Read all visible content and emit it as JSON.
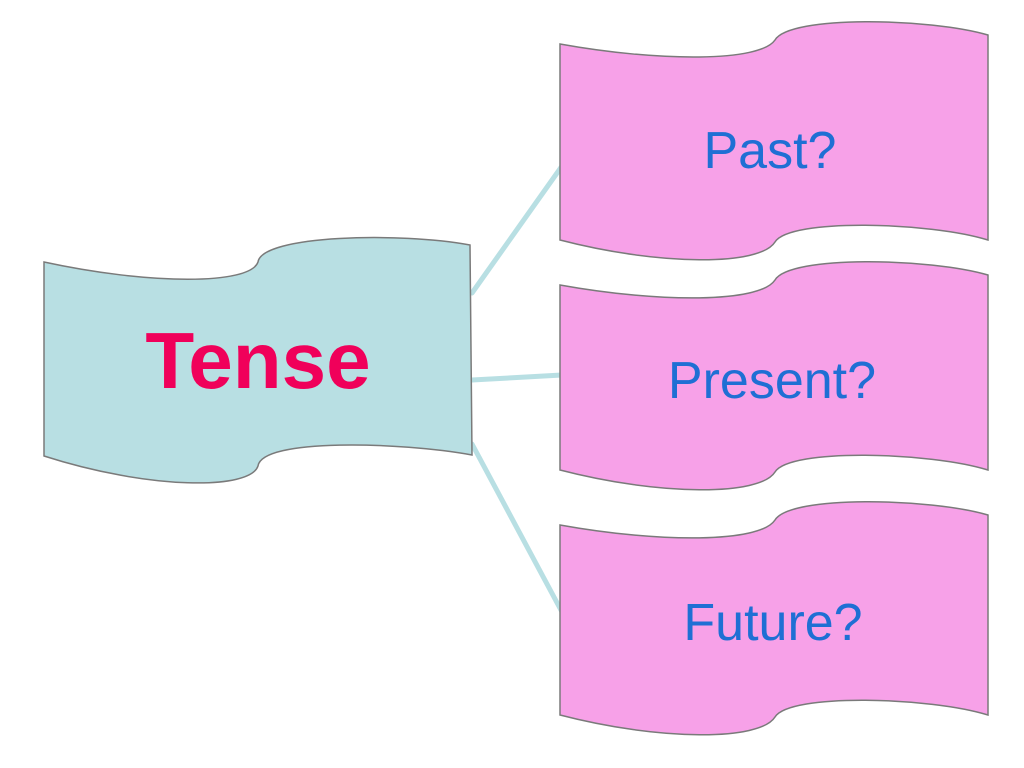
{
  "diagram": {
    "root": {
      "label": "Tense",
      "fill": "#b8dfe3",
      "text_color": "#f0005a"
    },
    "branches": [
      {
        "label": "Past?"
      },
      {
        "label": "Present?"
      },
      {
        "label": "Future?"
      }
    ],
    "branch_fill": "#f7a1e8",
    "branch_text_color": "#1f6fd4",
    "connector_color": "#b8dfe3",
    "outline_color": "#7a7a7a"
  }
}
